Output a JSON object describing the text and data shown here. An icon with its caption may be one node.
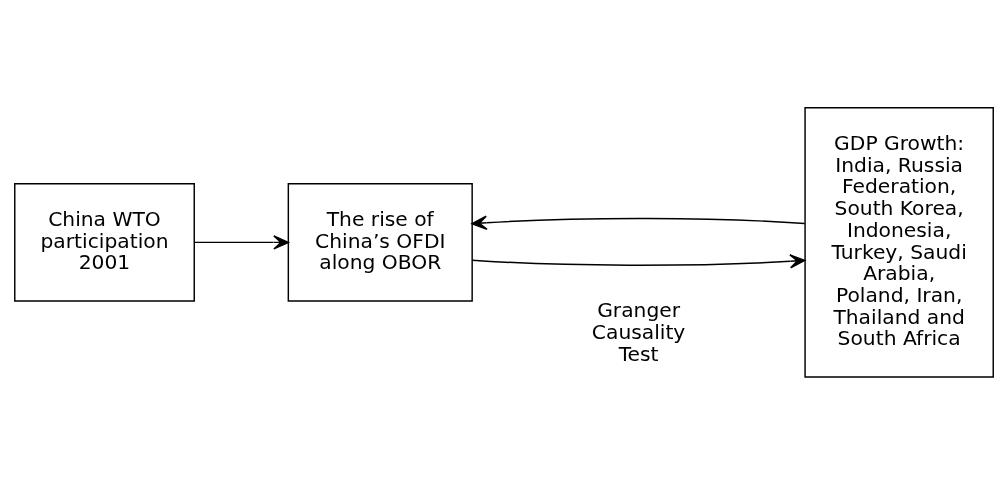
{
  "diagram": {
    "nodes": [
      {
        "text": [
          "China WTO participation 2001"
        ]
      },
      {
        "text": [
          "The rise of China’s OFDI along OBOR"
        ]
      },
      {
        "text": [
          "GDP Growth: India, Russia Federation, South Korea, Indonesia, Turkey, Saudi Arabia, Poland, Iran, Thailand and South Africa"
        ]
      }
    ],
    "edges": [
      {
        "from": 0,
        "to": 1,
        "arrow": "to"
      },
      {
        "from": 2,
        "to": 1,
        "arrow": "to"
      },
      {
        "from": 1,
        "to": 2,
        "arrow": "to"
      }
    ],
    "labels": [
      "Granger Causality Test"
    ]
  }
}
